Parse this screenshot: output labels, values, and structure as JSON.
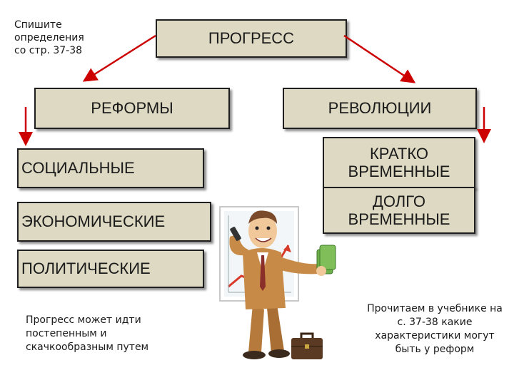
{
  "instruction_note": {
    "lines": [
      "Спишите",
      "определения",
      "со стр. 37-38"
    ]
  },
  "boxes": {
    "progress": "ПРОГРЕСС",
    "reforms": "РЕФОРМЫ",
    "revolutions": "РЕВОЛЮЦИИ",
    "social": "СОЦИАЛЬНЫЕ",
    "economic": "ЭКОНОМИЧЕСКИЕ",
    "political": "ПОЛИТИЧЕСКИЕ",
    "short_term": [
      "КРАТКО",
      "ВРЕМЕННЫЕ"
    ],
    "long_term": [
      "ДОЛГО",
      "ВРЕМЕННЫЕ"
    ]
  },
  "notes": {
    "left": [
      "Прогресс может идти",
      "постепенным и",
      "скачкообразным путем"
    ],
    "right": [
      "Прочитаем  в учебнике на",
      "с. 37-38 какие",
      "характеристики могут",
      "быть  у реформ"
    ]
  },
  "colors": {
    "box_fill": "#ddd9c3",
    "arrow": "#cc0000",
    "border": "#1f1f1f"
  }
}
